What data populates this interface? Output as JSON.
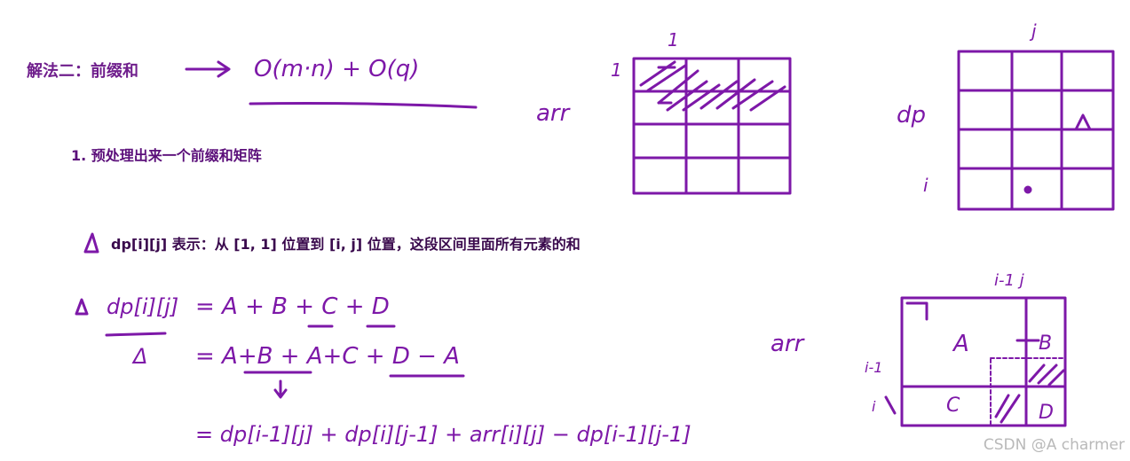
{
  "text": {
    "title": "解法二：前缀和",
    "step1": "1. 预处理出来一个前缀和矩阵",
    "definition": "dp[i][j] 表示：从 [1, 1] 位置到 [i, j] 位置，这段区间里面所有元素的和",
    "watermark": "CSDN @A charmer"
  },
  "handwriting": {
    "complexity": "O(m·n) + O(q)",
    "arr_label": "arr",
    "dp_label": "dp",
    "arr_label_2": "arr",
    "index_one_top": "1",
    "index_one_left": "1",
    "index_j": "j",
    "index_i": "i",
    "triangle_mark": "Δ",
    "bottom_index_i_minus_1_j": "i-1   j",
    "bottom_index_i_minus_1": "i-1",
    "bottom_index_i": "i",
    "region_a": "A",
    "region_b": "B",
    "region_c": "C",
    "region_d": "D",
    "eq1_lhs": "dp[i][j]",
    "eq1_rhs": "= A + B + C + D",
    "eq2_lhs": "Δ",
    "eq2_rhs": "= A+B + A+C + D − A",
    "eq3": "= dp[i-1][j] + dp[i][j-1] + arr[i][j] − dp[i-1][j-1]"
  },
  "colors": {
    "ink": "#7d18a8",
    "title": "#6f1e8c",
    "watermark": "#b9b9b9"
  }
}
